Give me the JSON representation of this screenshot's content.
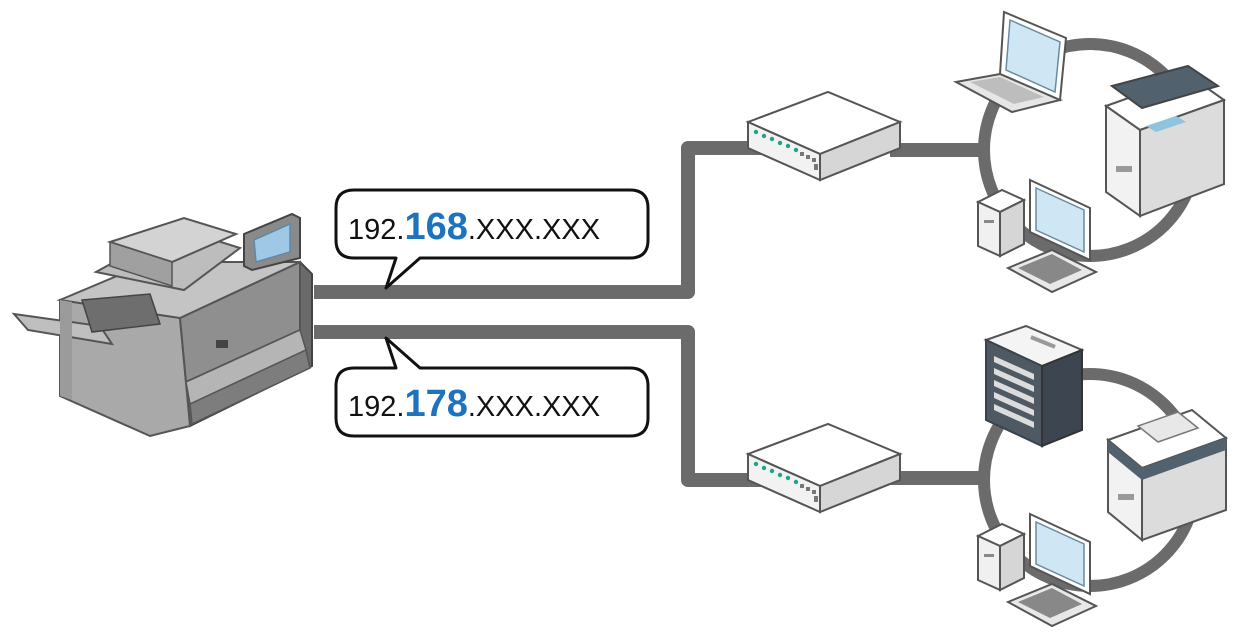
{
  "colors": {
    "cable": "#6b6b6b",
    "highlight": "#1e73be",
    "outline": "#111111"
  },
  "networks": [
    {
      "ip_prefix": "192.",
      "ip_highlight": "168",
      "ip_suffix": ".XXX.XXX"
    },
    {
      "ip_prefix": "192.",
      "ip_highlight": "178",
      "ip_suffix": ".XXX.XXX"
    }
  ],
  "icons": {
    "mfp": "multifunction-printer-icon",
    "hub": "network-hub-icon",
    "laptop": "laptop-icon",
    "desktop": "desktop-computer-icon",
    "server": "server-icon",
    "printer": "printer-icon"
  }
}
